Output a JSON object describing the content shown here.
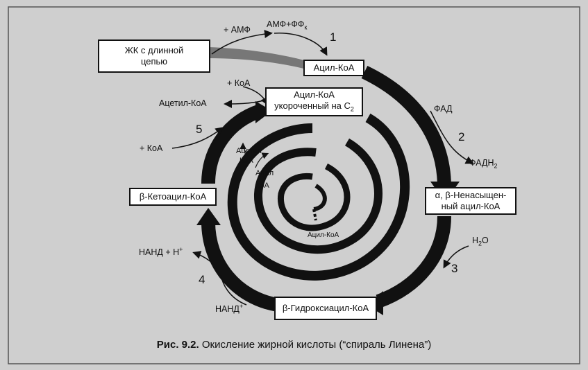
{
  "caption": {
    "prefix": "Рис. 9.2.",
    "text": "Окисление жирной кислоты (“спираль Линена”)"
  },
  "boxes": {
    "long_chain": "ЖК с длинной цепью",
    "acyl_coa": "Ацил-КоА",
    "shortened_line1": "Ацил-КоА",
    "shortened_line2": "укороченный на C",
    "shortened_sub": "2",
    "unsaturated": "α, β-Ненасыщен-ный ацил-КоА",
    "hydroxyacyl": "β-Гидроксиацил-КоА",
    "ketoacyl": "β-Кетоацил-КоА"
  },
  "labels": {
    "amp": "+ АМФ",
    "amp_ff": "АМФ+ФФ",
    "amp_ff_sub": "к",
    "koa_plus_top": "+ КоА",
    "acetyl_koa": "Ацетил-КоА",
    "koa_plus_left": "+ КоА",
    "fad": "ФАД",
    "fadh": "ФАДН",
    "fadh_sub": "2",
    "h2o": "H",
    "h2o_sub": "2",
    "h2o_tail": "O",
    "nadh": "НАНД + H",
    "nadh_sup": "+",
    "nad": "НАНД",
    "nad_sup": "+",
    "inner_acetyl": "Ацетил",
    "inner_koa": "КоА",
    "inner_acyl": "Ацил",
    "inner_koa2": "КоА",
    "center_acyl_koa": "Ацил-КоА"
  },
  "steps": [
    "1",
    "2",
    "3",
    "4",
    "5"
  ]
}
